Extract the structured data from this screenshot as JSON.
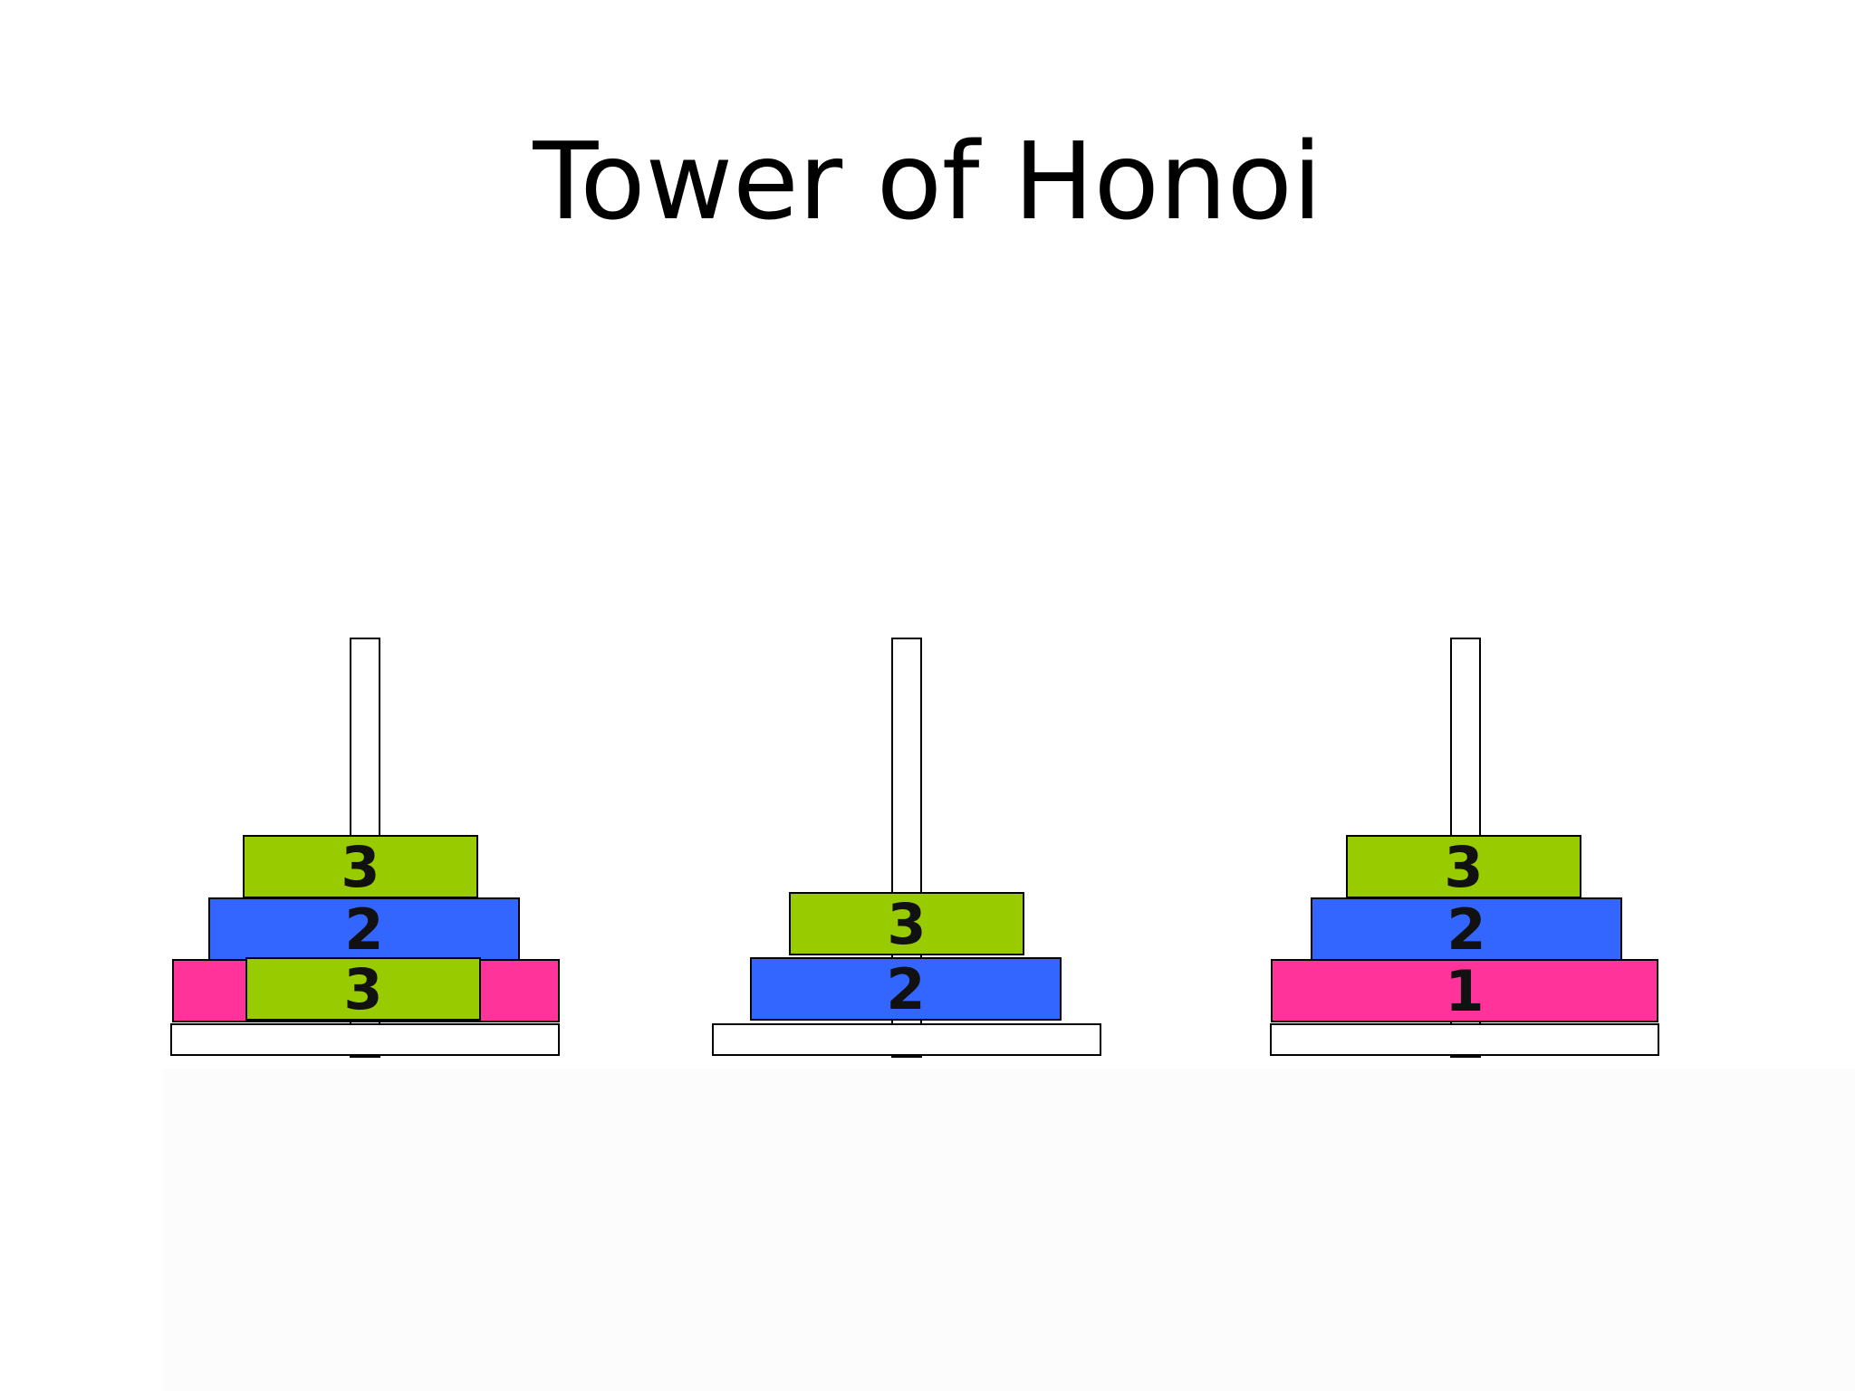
{
  "title": "Tower of Honoi",
  "colors": {
    "disk_1": "#ff3399",
    "disk_2": "#3366ff",
    "disk_3": "#99cc00",
    "rod": "#ffffff",
    "outline": "#000000"
  },
  "pegs": [
    {
      "name": "left",
      "disks_bottom_to_top": [
        "1",
        "3",
        "2",
        "3"
      ]
    },
    {
      "name": "middle",
      "disks_bottom_to_top": [
        "2",
        "3"
      ]
    },
    {
      "name": "right",
      "disks_bottom_to_top": [
        "1",
        "2",
        "3"
      ]
    }
  ],
  "disks": {
    "left_pink": "",
    "left_green_low": "3",
    "left_blue": "2",
    "left_green_top": "3",
    "middle_blue": "2",
    "middle_green": "3",
    "right_pink": "1",
    "right_blue": "2",
    "right_green": "3"
  }
}
